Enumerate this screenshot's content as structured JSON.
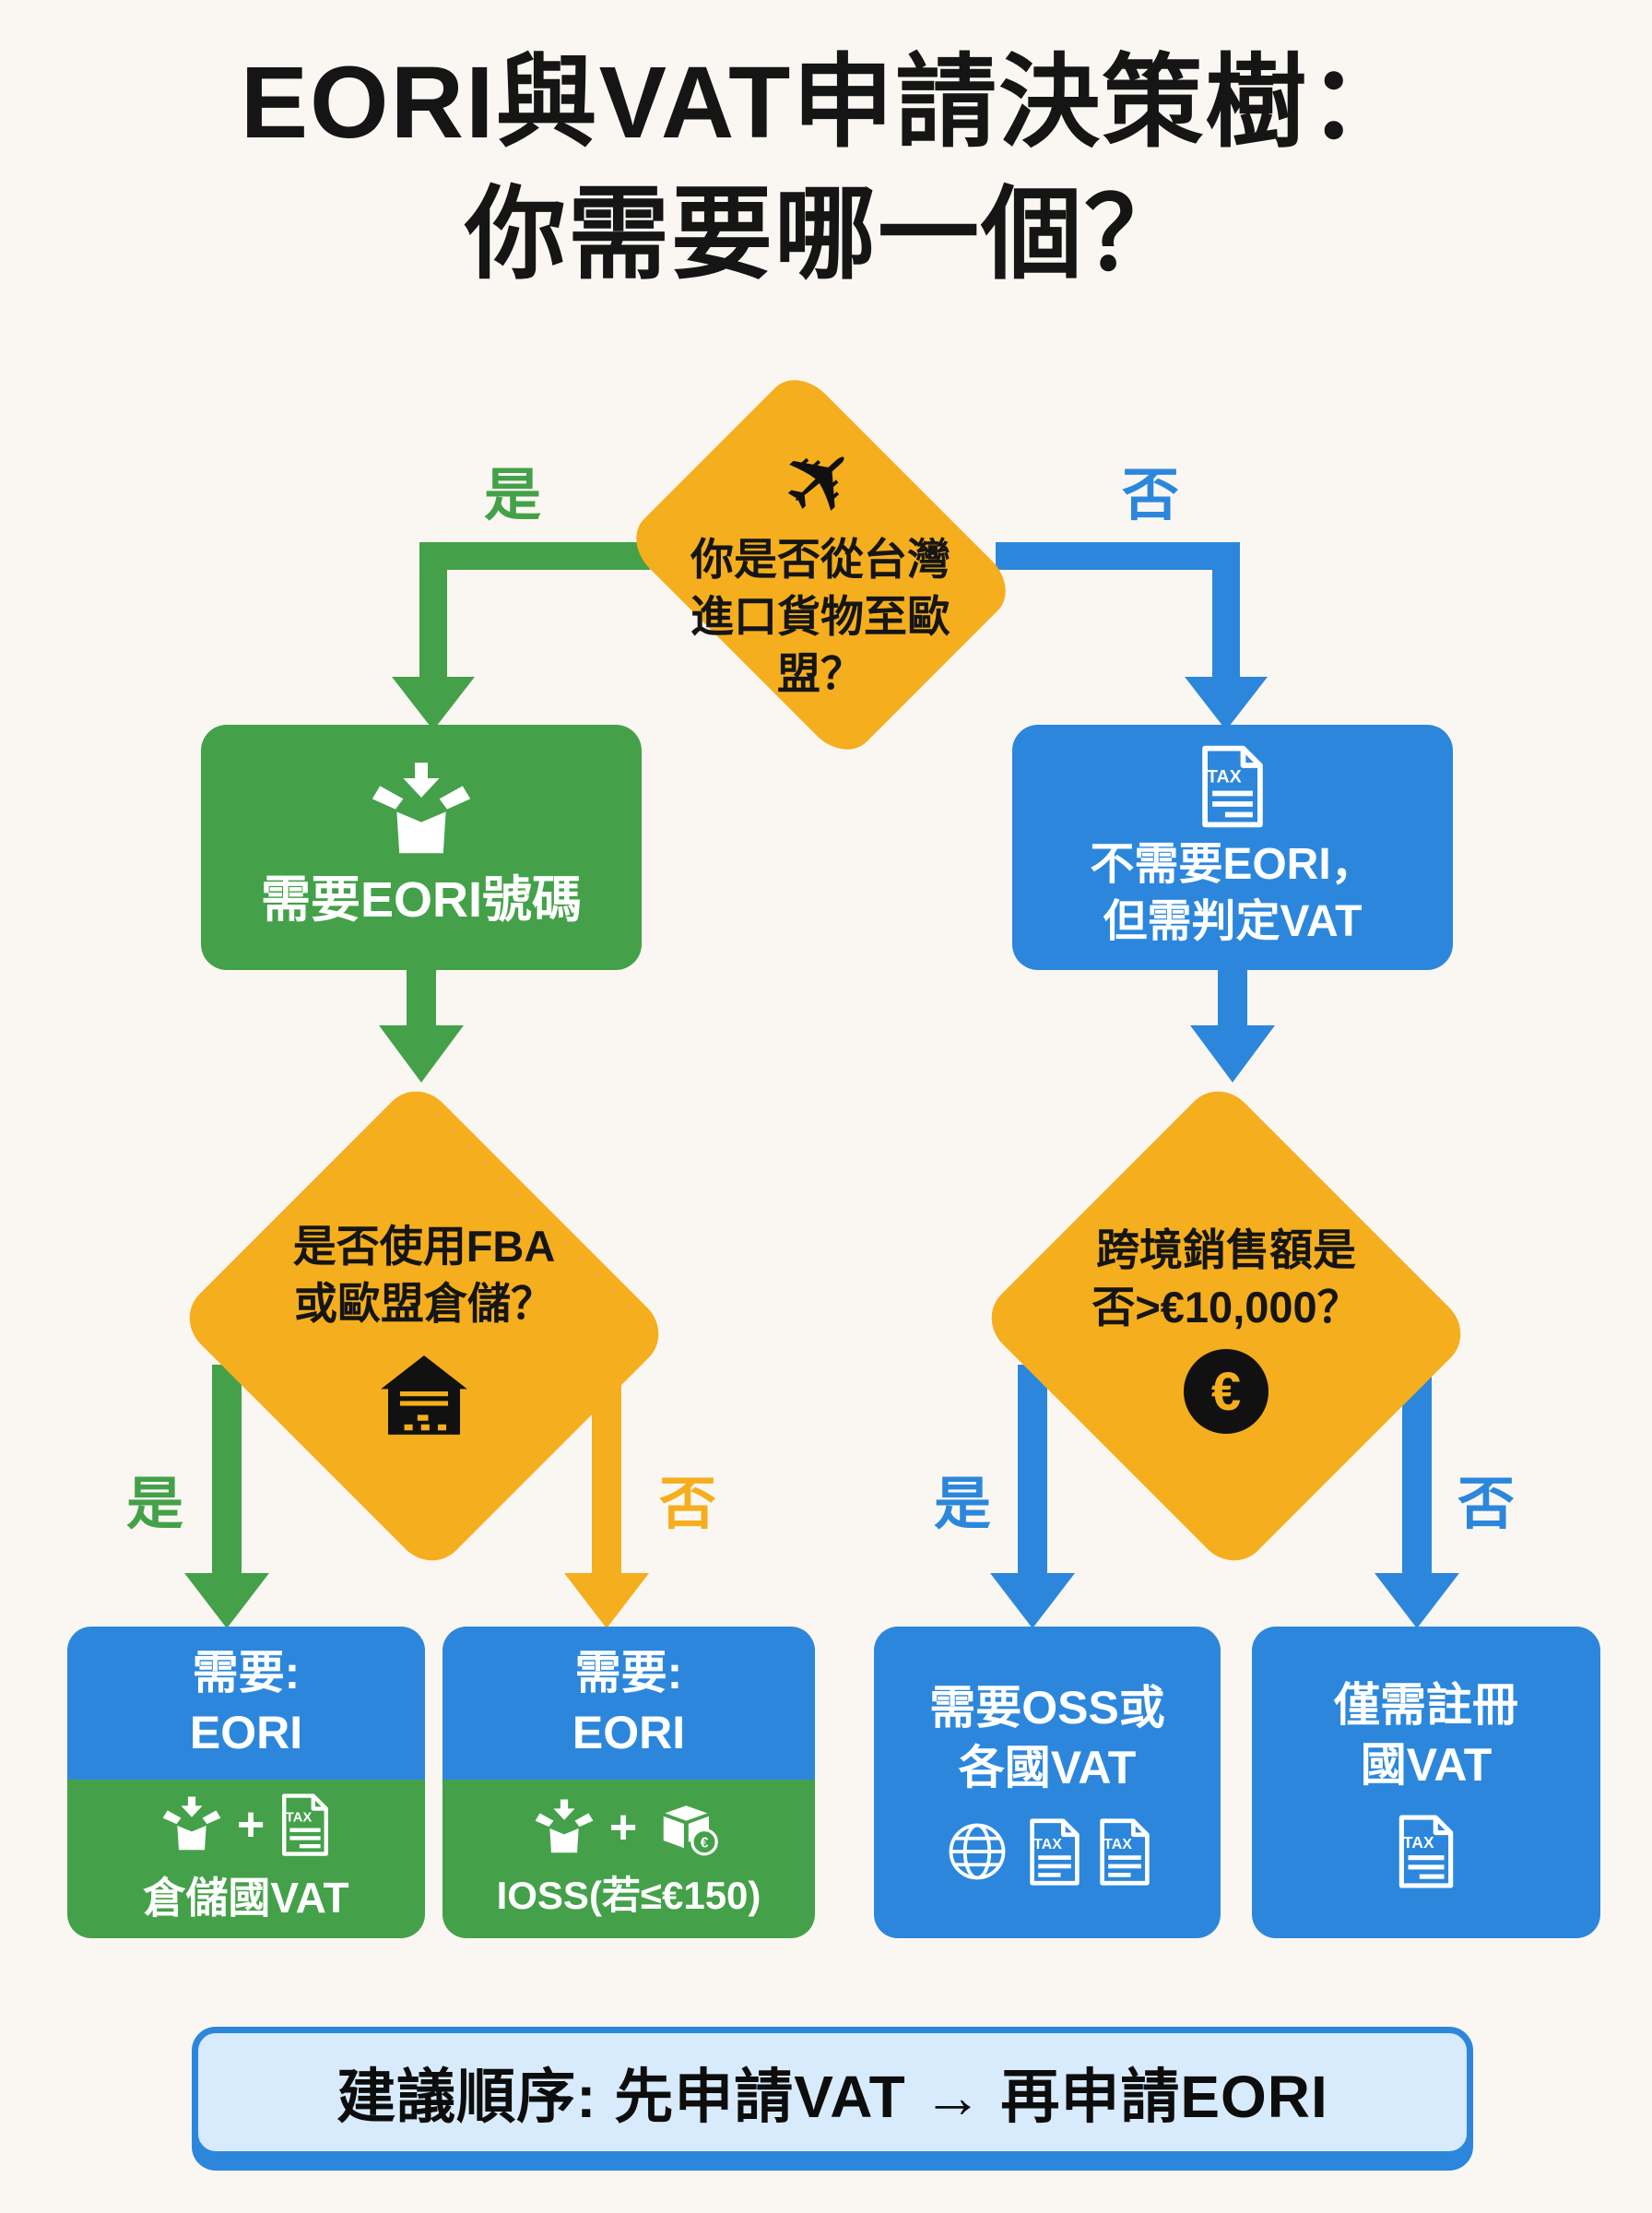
{
  "title": {
    "line1": "EORI與VAT申請決策樹：",
    "line2": "你需要哪一個？"
  },
  "labels": {
    "yes": "是",
    "no": "否",
    "plus": "+"
  },
  "icons": {
    "airplane": "✈",
    "tax": "TAX",
    "euro": "€"
  },
  "q1": {
    "text": "你是否從台灣\n進口貨物至歐\n盟？"
  },
  "left_branch": {
    "box": "需要EORI號碼",
    "q2": "是否使用FBA\n或歐盟倉儲？",
    "result_yes": {
      "title": "需要:\nEORI",
      "sub": "倉儲國VAT"
    },
    "result_no": {
      "title": "需要:\nEORI",
      "sub": "IOSS(若≤€150)"
    }
  },
  "right_branch": {
    "box": "不需要EORI，\n但需判定VAT",
    "q3": "跨境銷售額是\n否>€10,000？",
    "result_yes": "需要OSS或\n各國VAT",
    "result_no": "僅需註冊\n國VAT"
  },
  "banner": "建議順序: 先申請VAT → 再申請EORI"
}
